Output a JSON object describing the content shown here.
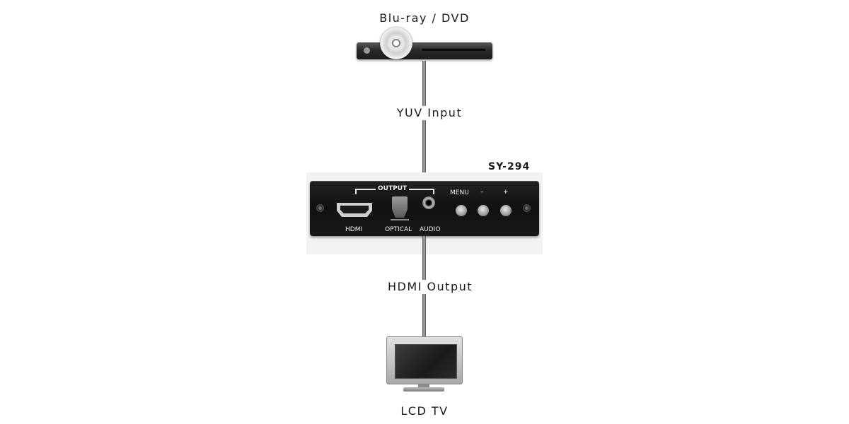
{
  "source": {
    "label": "Blu-ray / DVD",
    "icon": "blu-ray-player-icon"
  },
  "links": {
    "input_label": "YUV  Input",
    "output_label": "HDMI  Output"
  },
  "device": {
    "model": "SY-294",
    "output_group_label": "OUTPUT",
    "ports": {
      "hdmi": "HDMI",
      "optical": "OPTICAL",
      "audio": "AUDIO"
    },
    "buttons": {
      "menu": "MENU",
      "minus": "–",
      "plus": "+"
    }
  },
  "sink": {
    "label": "LCD TV",
    "icon": "lcd-tv-icon"
  }
}
